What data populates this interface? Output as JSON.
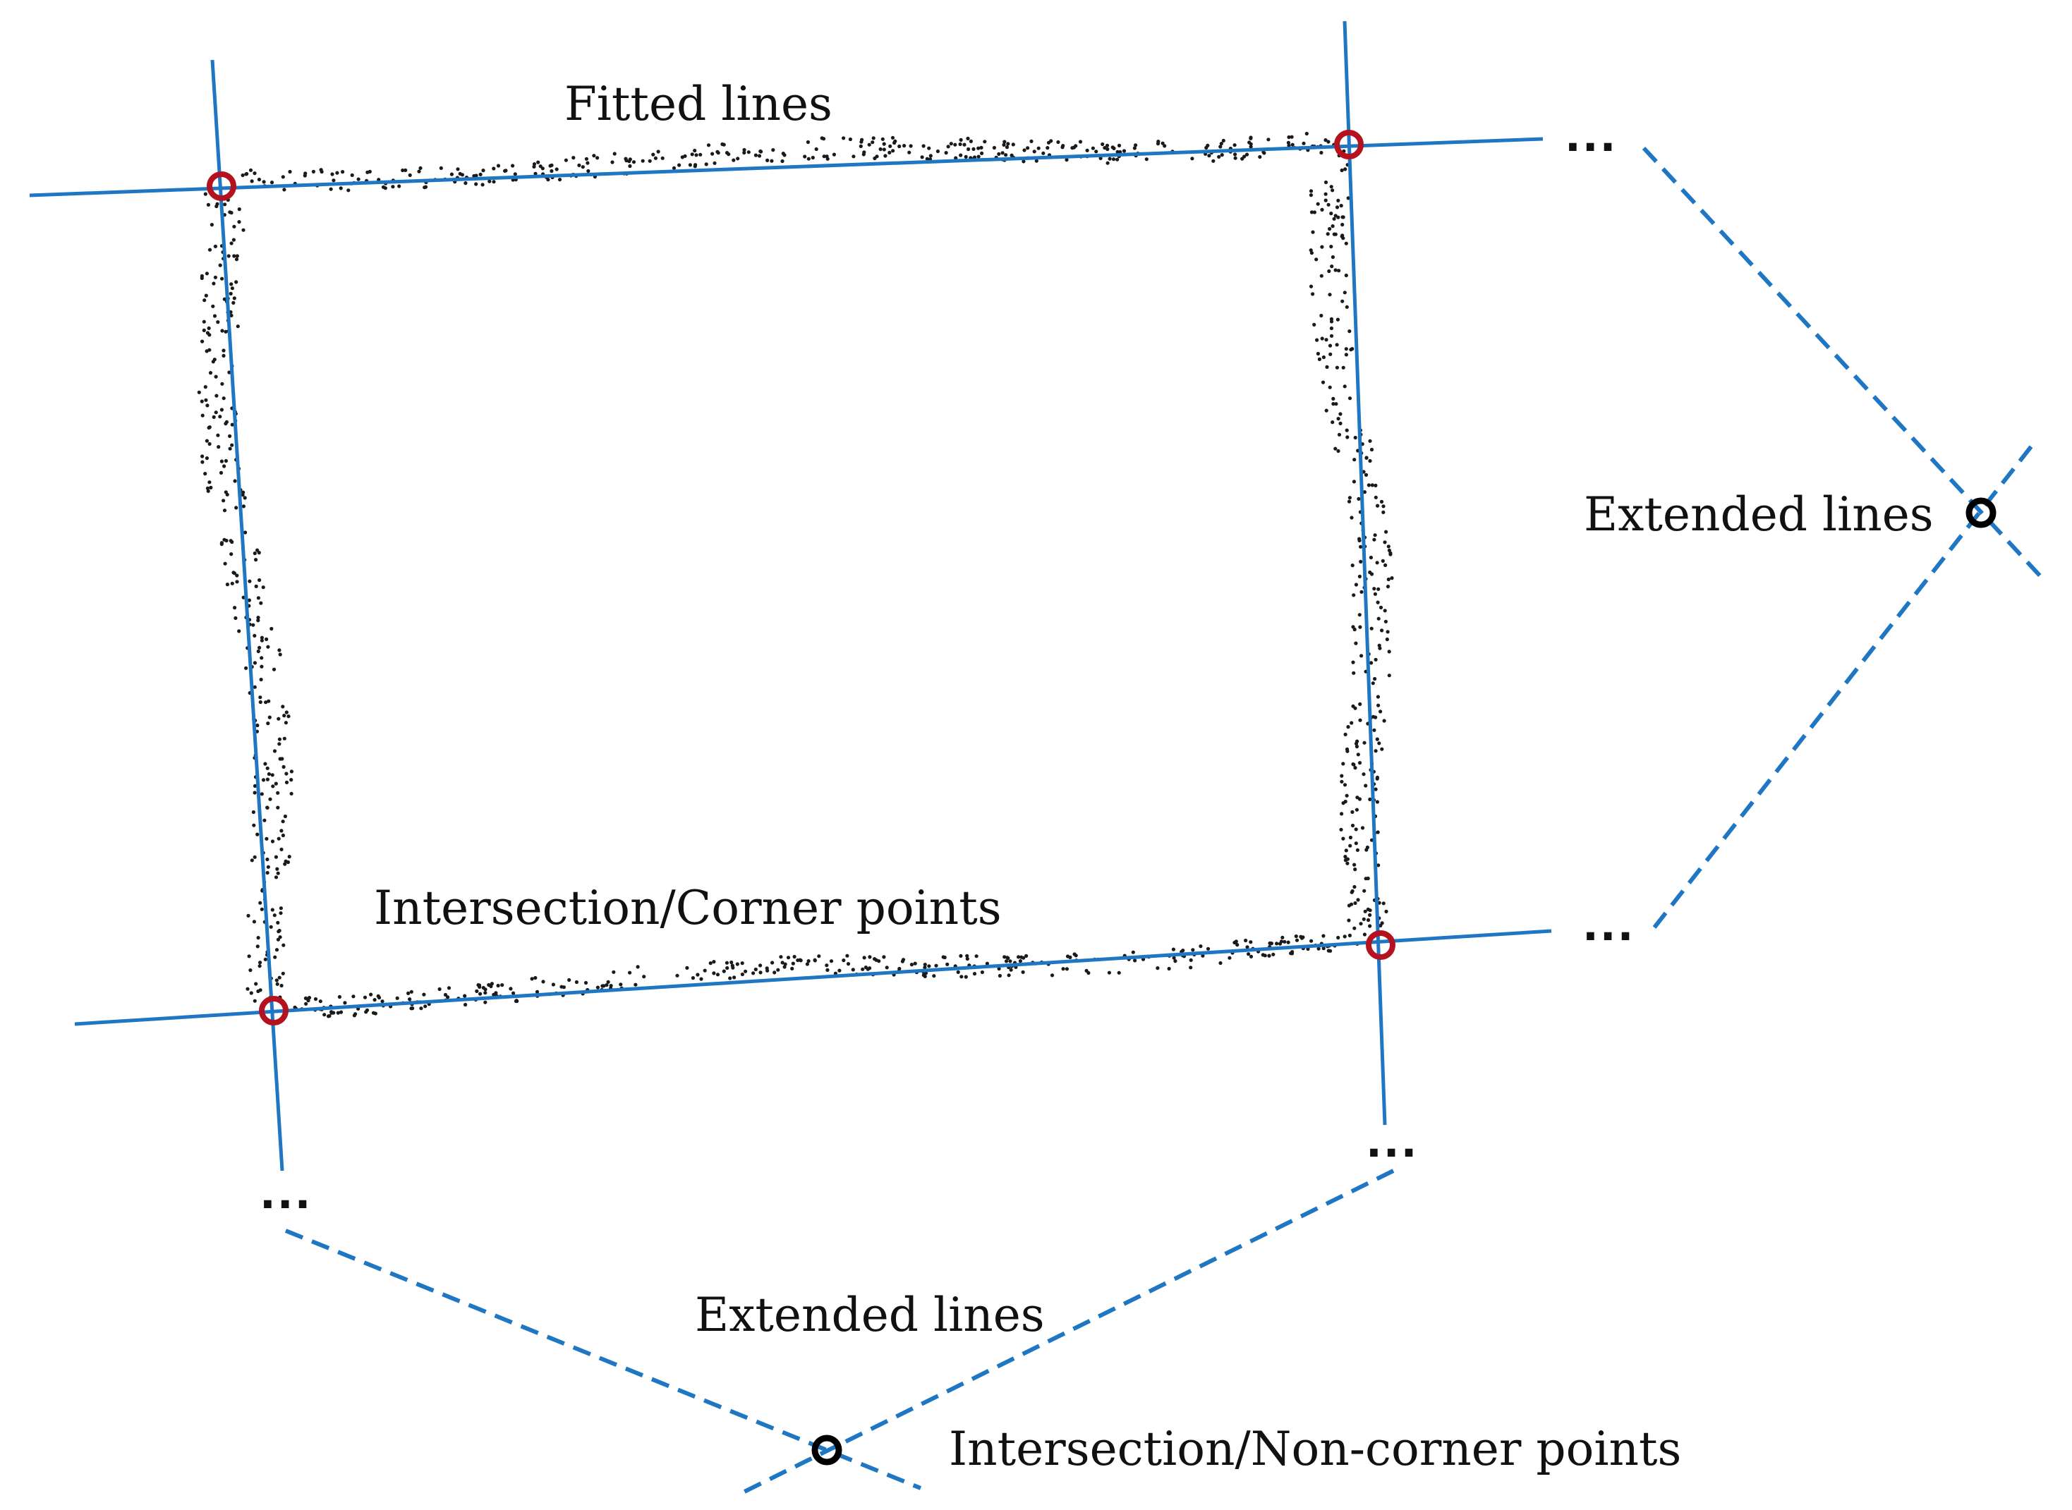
{
  "labels": {
    "fitted_lines": "Fitted lines",
    "corner_points": "Intersection/Corner points",
    "extended_lines_right": "Extended lines",
    "extended_lines_bottom": "Extended lines",
    "non_corner_points": "Intersection/Non-corner points"
  },
  "ellipsis": "...",
  "colors": {
    "fitted_line": "#1f77c4",
    "extended_line": "#1f77c4",
    "corner_marker": "#b3121e",
    "non_corner_marker": "#000000",
    "point_cloud": "#1a1a1a"
  }
}
